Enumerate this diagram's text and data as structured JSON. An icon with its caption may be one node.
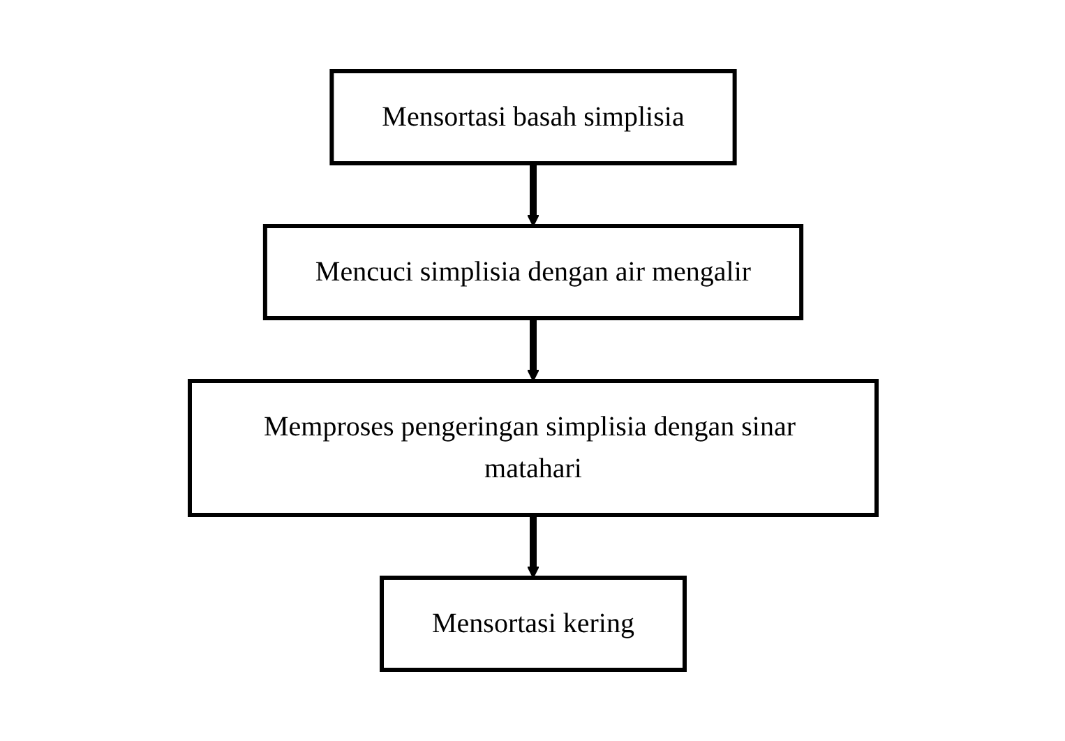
{
  "diagram": {
    "nodes": [
      {
        "text": [
          "Mensortasi basah simplisia"
        ]
      },
      {
        "text": [
          "Mencuci simplisia dengan air mengalir"
        ]
      },
      {
        "text": [
          "Memproses pengeringan simplisia dengan sinar matahari"
        ]
      },
      {
        "text": [
          "Mensortasi kering"
        ]
      }
    ],
    "edges": [
      {
        "from": 0,
        "to": 1,
        "arrow": "to"
      },
      {
        "from": 1,
        "to": 2,
        "arrow": "to"
      },
      {
        "from": 2,
        "to": 3,
        "arrow": "to"
      }
    ]
  }
}
